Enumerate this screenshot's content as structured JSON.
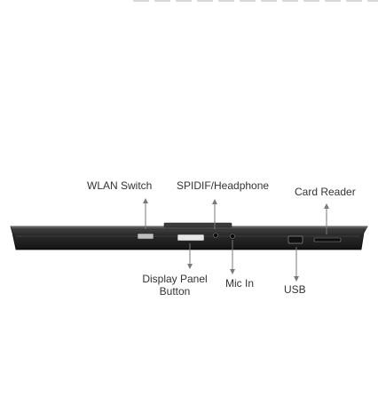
{
  "diagram": {
    "labels": {
      "wlan_switch": "WLAN Switch",
      "spdif_headphone": "SPIDIF/Headphone",
      "card_reader": "Card Reader",
      "display_panel_line1": "Display Panel",
      "display_panel_line2": "Button",
      "mic_in": "Mic In",
      "usb": "USB"
    },
    "colors": {
      "arrow": "#7a7a7a",
      "text": "#333333",
      "body_dark": "#1e1e1e",
      "body_mid": "#3a3a3a",
      "body_edge": "#5a5a5a"
    }
  }
}
